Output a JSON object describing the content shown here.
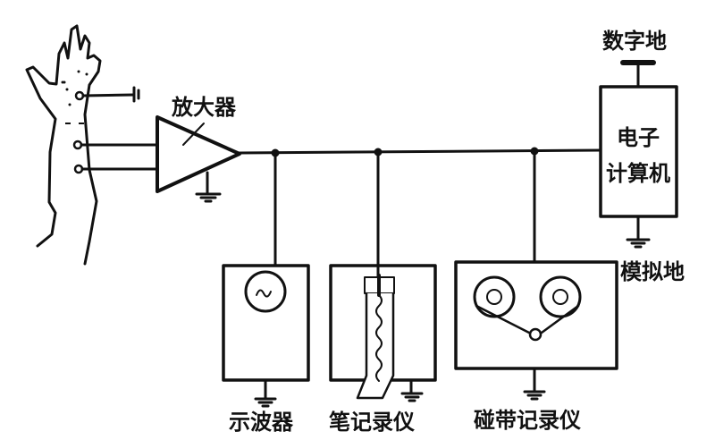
{
  "labels": {
    "amplifier": "放大器",
    "digital_ground": "数字地",
    "computer_line1": "电子",
    "computer_line2": "计算机",
    "analog_ground": "模拟地",
    "oscilloscope": "示波器",
    "pen_recorder": "笔记录仪",
    "tape_recorder": "碰带记录仪"
  },
  "colors": {
    "ink": "#111111",
    "background": "#ffffff"
  }
}
